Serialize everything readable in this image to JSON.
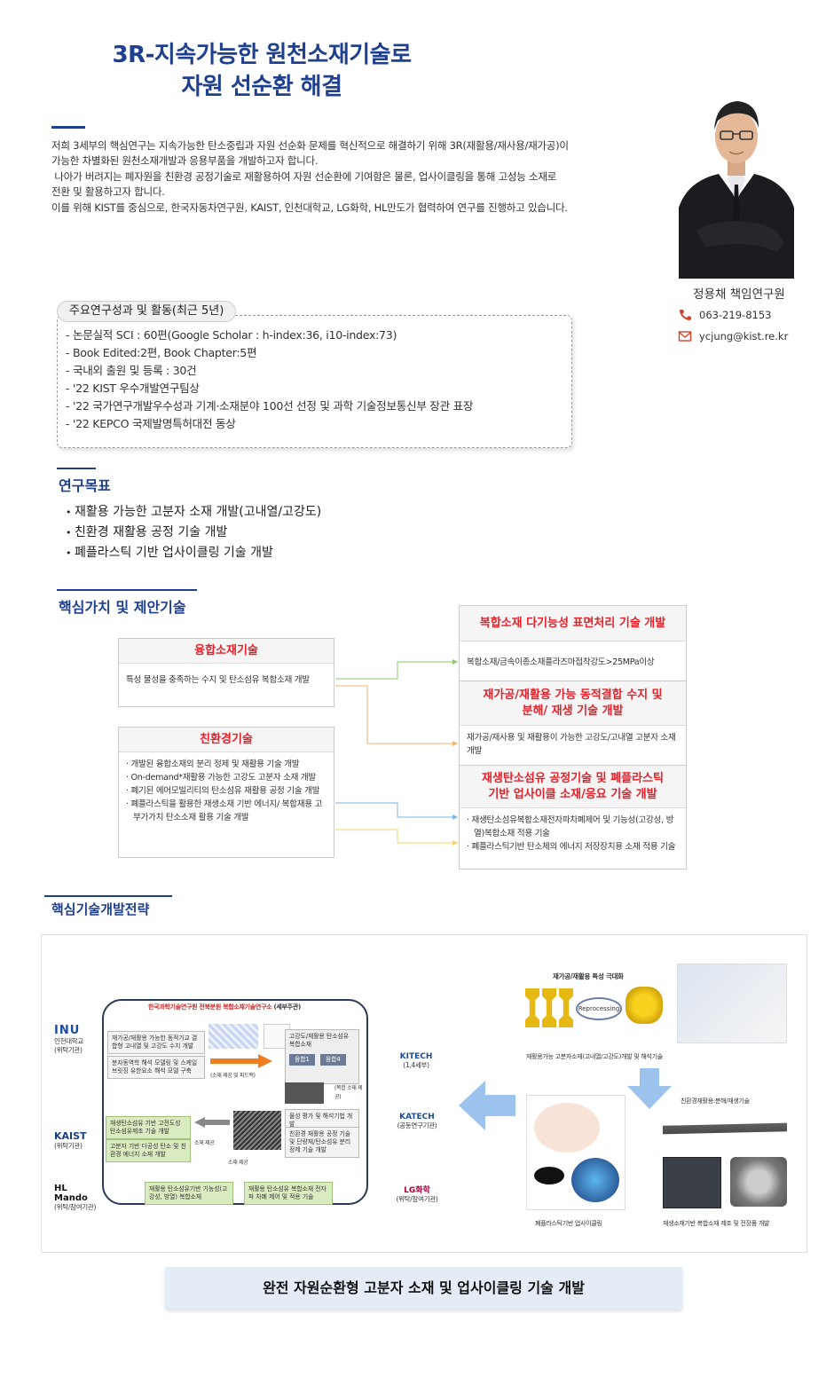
{
  "header": {
    "title_line1": "3R-지속가능한 원천소재기술로",
    "title_line2": "자원 선순환 해결"
  },
  "intro": [
    "저희 3세부의 핵심연구는 지속가능한 탄소중립과 자원 선순화 문제를 혁신적으로 해결하기 위해 3R(재활용/재사용/재가공)이",
    "가능한 차별화된 원천소재개발과 응용부품을 개발하고자 합니다.",
    " 나아가 버려지는 폐자원을 친환경 공정기술로 재활용하여 자원 선순환에 기여함은 물론, 업사이클링을 통해 고성능 소재로",
    "전환 및 활용하고자 합니다.",
    "이를 위해 KIST를 중심으로, 한국자동차연구원, KAIST, 인천대학교, LG화학, HL만도가 협력하여 연구를 진행하고 있습니다."
  ],
  "researcher": {
    "name": "정용채 책임연구원",
    "phone": "063-219-8153",
    "email": "ycjung@kist.re.kr"
  },
  "achievements": {
    "title": "주요연구성과 및 활동(최근 5년)",
    "items": [
      "논문실적 SCI : 60편(Google Scholar : h-index:36, i10-index:73)",
      "Book Edited:2편, Book Chapter:5편",
      "국내외 출원 및 등록 : 30건",
      "'22 KIST 우수개발연구팀상",
      "'22 국가연구개발우수성과 기계·소재분야 100선 선정 및 과학 기술정보통신부 장관 표장",
      "'22 KEPCO 국제발명특허대전 동상"
    ]
  },
  "goals": {
    "title": "연구목표",
    "items": [
      "재활용 가능한 고분자 소재 개발(고내열/고강도)",
      "친환경 재활용 공정 기술 개발",
      "폐플라스틱 기반 업사이클링 기술 개발"
    ]
  },
  "core_values": {
    "title": "핵심가치 및 제안기술",
    "left": [
      {
        "title": "융합소재기술",
        "items": [
          "특성 물성을 충족하는 수지 및 탄소섬유 복합소재 개발"
        ]
      },
      {
        "title": "친환경기술",
        "items": [
          "개발된 융합소재의 분리 정제 및 재활용 기술 개발",
          "On-demand*재활용 가능한 고강도 고분자 소재 개발",
          "폐기된 에어모빌리티의 탄소섬유 재활용 공정 기술 개발",
          "폐플라스틱을 활용한 재생소재 기반 에너지/ 복합재용 고부가가치 탄소소재 활용 기술 개발"
        ]
      }
    ],
    "right": [
      {
        "title": "복합소재 다기능성 표면처리 기술 개발",
        "items": [
          "복합소재/금속이종소재플라즈마접착강도>25MPa이상"
        ]
      },
      {
        "title": "재가공/재활용 가능 동적결합 수지 및 분해/ 재생 기술 개발",
        "items": [
          "재가공/재사용 및 재활용이 가능한 고강도/고내열 고분자 소재 개발"
        ]
      },
      {
        "title": "재생탄소섬유 공정기술 및 폐플라스틱 기반 업사이클 소재/응요 기술 개발",
        "items": [
          "재생탄소섬유복합소재전자파차폐제어 및 기능성(고강성, 방열)복합소재 적용 기술",
          "폐플라스틱기반 탄소체의 에너지 저장장치용 소재 적용 기술"
        ]
      }
    ]
  },
  "strategy": {
    "title": "핵심기술개발전략",
    "institute": "한국과학기술연구원 전북분원 복합소재기술연구소",
    "institute_role": "(세부주관)",
    "partners_left": [
      {
        "name": "인천대학교",
        "role": "(위탁기관)"
      },
      {
        "name": "KAIST",
        "role": "(위탁기관)"
      },
      {
        "name": "HL Mando",
        "role": "(위탁/참여기관)"
      }
    ],
    "partners_right": [
      {
        "name": "KITECH",
        "role": "(1,4세부)"
      },
      {
        "name": "KATECH",
        "role": "(공동연구기관)"
      },
      {
        "name": "LG화학",
        "role": "(위탁/참여기관)"
      }
    ],
    "boxes": {
      "inu": "재가공/재활용 가능한 동적가교 결합형 고내열 및 고강도 수지 개발",
      "inu2": "분자동역학 해석 모델링 및 스케일 브릿징 유한요소 해석 모델 구축",
      "supply1": "(소재 제공 및 피드백)",
      "high_strength": "고강도/재활용 탄소섬유 복합소재",
      "joint1": "융합1",
      "joint4": "융합4",
      "composite_supply": "(복합 소재 제공)",
      "eval": "물성 평가 및 해석기법 개발",
      "eco_process": "친환경 재활용 공정 기술 및 단량체/탄소섬유 분리 정제 기술 개발",
      "kaist1": "재생탄소섬유 기반 고전도성 탄소섬유제조 기술 개발",
      "kaist2": "고분자 기반 다공성 탄소 및 친환경 에너지 소재 개발",
      "supply2": "소재 제공",
      "supply3": "소재 제공",
      "bottom1": "재활용 탄소섬유기반 기능성(고강성, 방열) 복합소재",
      "bottom2": "재활용 탄소섬유 복합소재 전자파 차폐 제어 및 적용 기술"
    },
    "right_panel": {
      "top_title": "재가공/재활용 특성 극대화",
      "processing": "Reprocessing",
      "caption1": "재활용가능 고분자소재(고내열/고강도)개발 및 해석기술",
      "caption2": "친환경재활용:분해/재생기술",
      "caption3": "폐플라스틱기반 업사이클링",
      "caption4": "재생소재기반 복합소재 제조 및 전장품 개발"
    }
  },
  "conclusion": "완전 자원순환형 고분자 소재 및 업사이클링 기술 개발",
  "colors": {
    "brand": "#1f3f8f",
    "accent_red": "#e8202a",
    "arrow_green": "#8dc86b",
    "arrow_orange": "#f5b26b",
    "arrow_blue": "#7fb2e6",
    "arrow_yellow": "#f3d36b"
  }
}
